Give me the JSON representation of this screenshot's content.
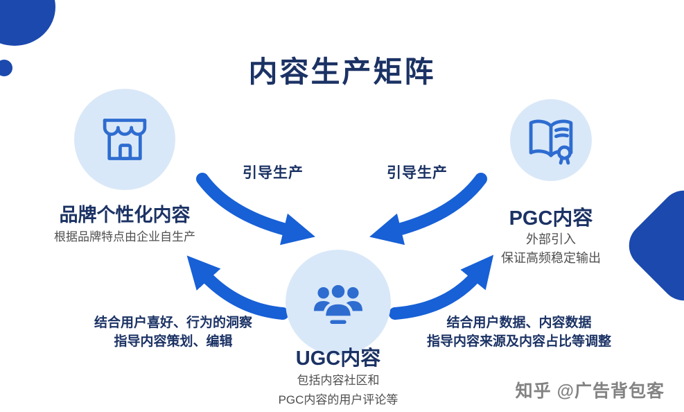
{
  "title": "内容生产矩阵",
  "colors": {
    "accent": "#1760d6",
    "navy": "#1b3264",
    "circle_bg": "#d9e8f8",
    "decor": "#1b49ae",
    "icon": "#2e6cd0",
    "subtitle": "#4f4f4f",
    "watermark": "#828282"
  },
  "nodes": {
    "brand": {
      "icon": "storefront-icon",
      "title": "品牌个性化内容",
      "subtitle": "根据品牌特点由企业自生产"
    },
    "pgc": {
      "icon": "open-book-icon",
      "title": "PGC内容",
      "subtitle_lines": [
        "外部引入",
        "保证高频稳定输出"
      ]
    },
    "ugc": {
      "icon": "user-group-icon",
      "title": "UGC内容",
      "subtitle_lines": [
        "包括内容社区和",
        "PGC内容的用户评论等"
      ]
    }
  },
  "arrows": {
    "brand_to_ugc": {
      "label": "引导生产"
    },
    "pgc_to_ugc": {
      "label": "引导生产"
    },
    "ugc_to_brand": {
      "lines": [
        "结合用户喜好、行为的洞察",
        "指导内容策划、编辑"
      ]
    },
    "ugc_to_pgc": {
      "lines": [
        "结合用户数据、内容数据",
        "指导内容来源及内容占比等调整"
      ]
    }
  },
  "watermark": "知乎 @广告背包客"
}
